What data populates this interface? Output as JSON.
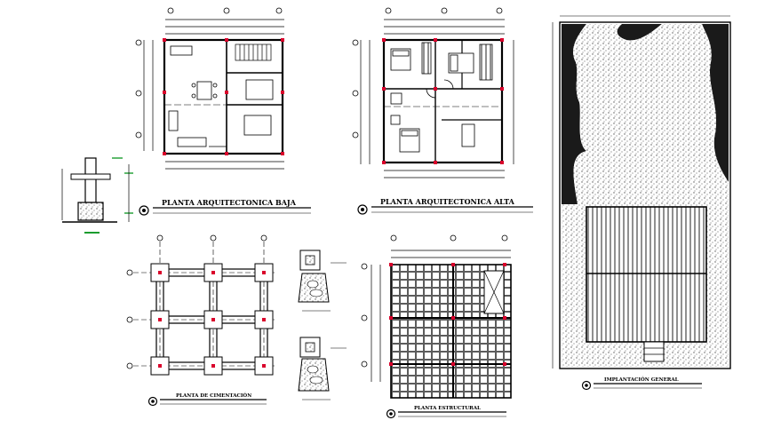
{
  "titles": {
    "ground_floor": "PLANTA ARQUITECTONICA BAJA",
    "upper_floor": "PLANTA ARQUITECTONICA ALTA",
    "foundation": "PLANTA DE CIMENTACIÓN",
    "structural": "PLANTA ESTRUCTURAL",
    "site": "IMPLANTACIÓN GENERAL"
  },
  "colors": {
    "line": "#000000",
    "accent": "#d9002b",
    "green": "#1a9c2e",
    "hatch": "#6a6a6a",
    "background": "#ffffff"
  },
  "icons": [
    "section-marker-icon",
    "grid-axis-bubble-icon",
    "column-marker-icon",
    "north-arrow-icon"
  ]
}
